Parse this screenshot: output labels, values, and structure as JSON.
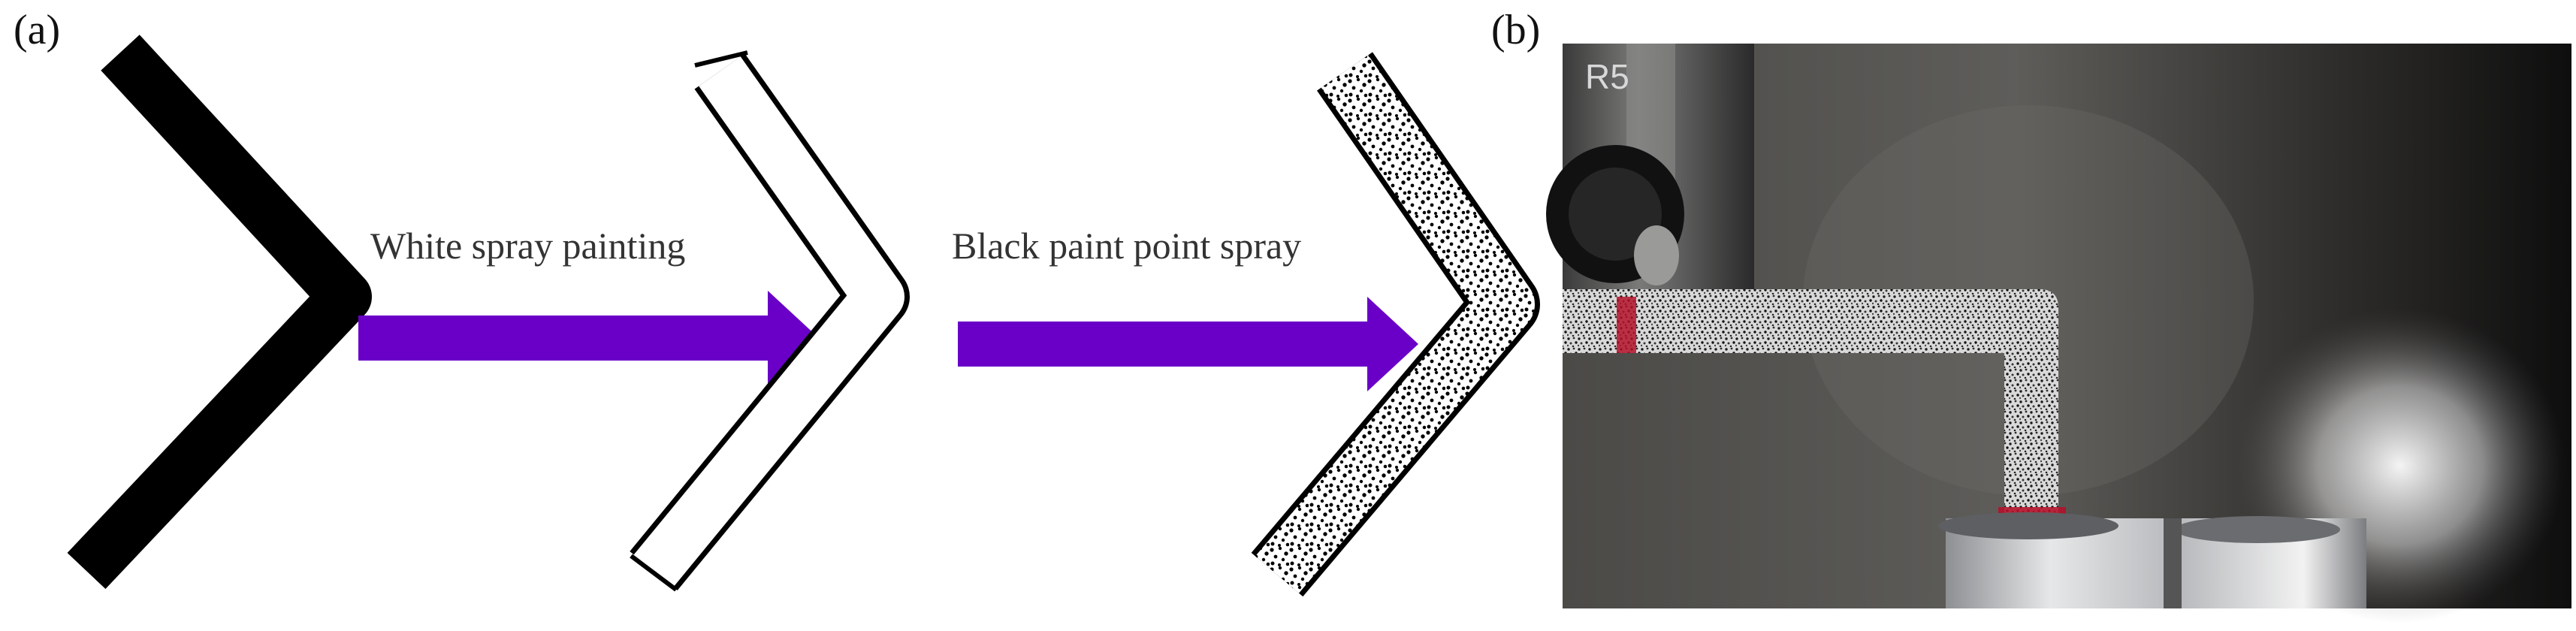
{
  "panel_a": {
    "label": "(a)"
  },
  "panel_b": {
    "label": "(b)"
  },
  "steps": [
    {
      "text": "White spray painting"
    },
    {
      "text": "Black paint point spray"
    }
  ],
  "photo": {
    "fixture_marking": "R5"
  },
  "colors": {
    "arrow": "#6A00C8",
    "specimen_black": "#000000",
    "outline": "#000000",
    "marker_red": "#b3122a"
  }
}
